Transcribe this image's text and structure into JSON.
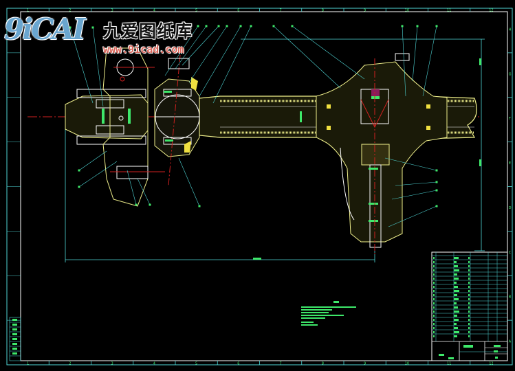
{
  "logo": {
    "mark": "9iCAI",
    "name_cn": "九爱图纸库",
    "url": "www.9icad.com"
  },
  "frame": {
    "zone_numbers": [
      "1",
      "2",
      "3",
      "4",
      "5",
      "6",
      "7",
      "8",
      "9",
      "10",
      "11",
      "12"
    ],
    "zone_letters": [
      "H",
      "G",
      "F",
      "E",
      "D",
      "C",
      "B",
      "A"
    ]
  },
  "colors": {
    "background": "#000000",
    "frame": "#4fd6d6",
    "outline": "#ffffff",
    "section": "#f0f08c",
    "centerline": "#d02020",
    "text": "#3ee86a"
  }
}
